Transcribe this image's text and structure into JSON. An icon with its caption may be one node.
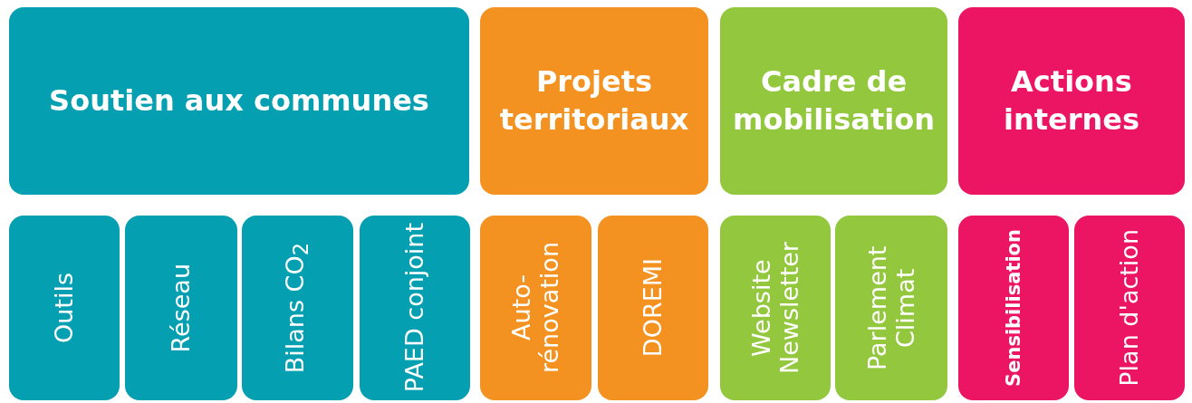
{
  "diagram": {
    "nodes": [
      {
        "text": [
          "Soutien aux communes"
        ]
      },
      {
        "text": [
          "Projets territoriaux"
        ]
      },
      {
        "text": [
          "Cadre de mobilisation"
        ]
      },
      {
        "text": [
          "Actions internes"
        ]
      },
      {
        "text": [
          "Outils"
        ]
      },
      {
        "text": [
          "Réseau"
        ]
      },
      {
        "text": [
          "Bilans CO$_{2}$"
        ]
      },
      {
        "text": [
          "PAED conjoint"
        ]
      },
      {
        "text": [
          "Auto-rénovation"
        ]
      },
      {
        "text": [
          "DOREMI"
        ]
      },
      {
        "text": [
          "Website Newsletter"
        ]
      },
      {
        "text": [
          "Parlement Climat"
        ]
      },
      {
        "text": [
          "Sensibilisation"
        ]
      },
      {
        "text": [
          "Plan d'action"
        ]
      }
    ]
  }
}
